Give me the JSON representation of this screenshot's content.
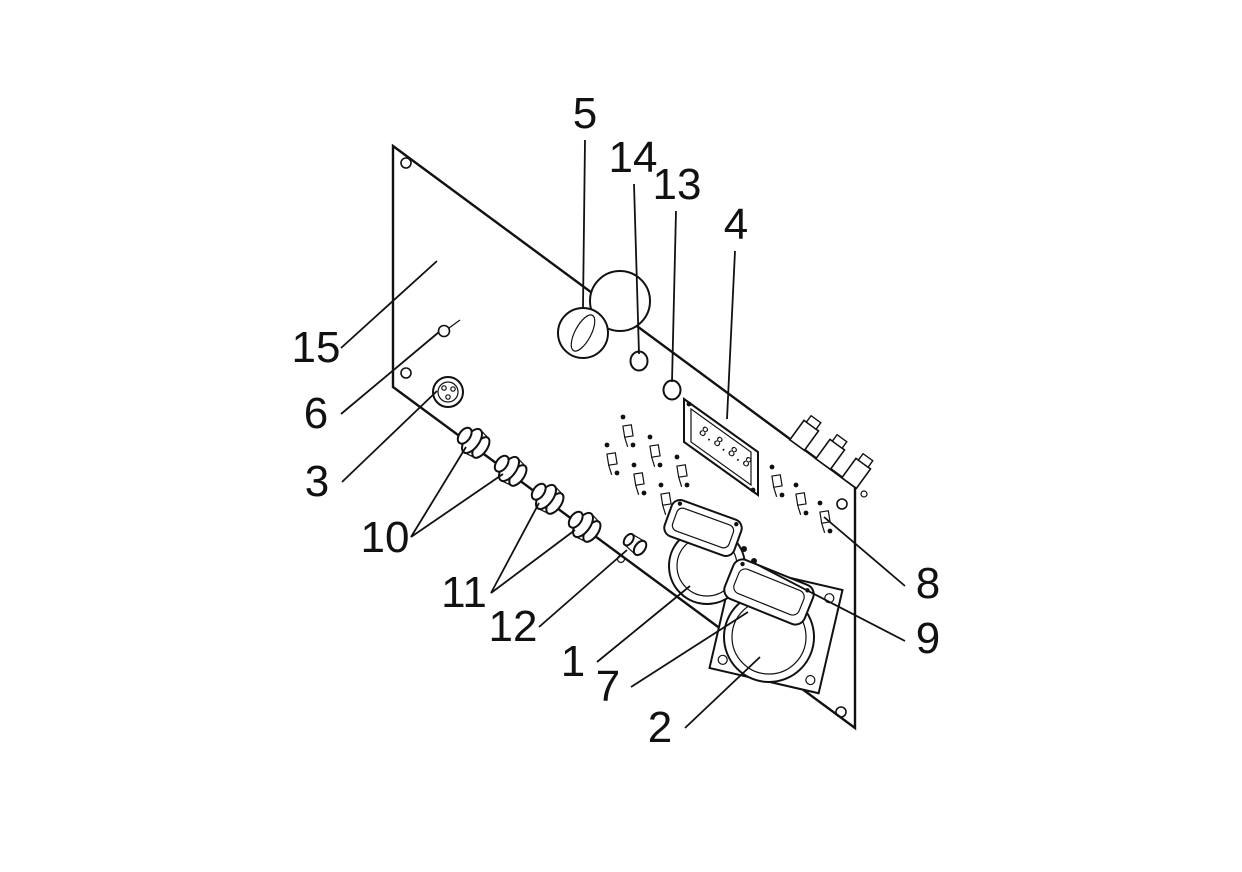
{
  "figure": {
    "callouts": {
      "c1": "1",
      "c2": "2",
      "c3": "3",
      "c4": "4",
      "c5": "5",
      "c6": "6",
      "c7": "7",
      "c8": "8",
      "c9": "9",
      "c10": "10",
      "c11": "11",
      "c12": "12",
      "c13": "13",
      "c14": "14",
      "c15": "15"
    },
    "meter": {
      "display": "8.8.8.8"
    }
  }
}
